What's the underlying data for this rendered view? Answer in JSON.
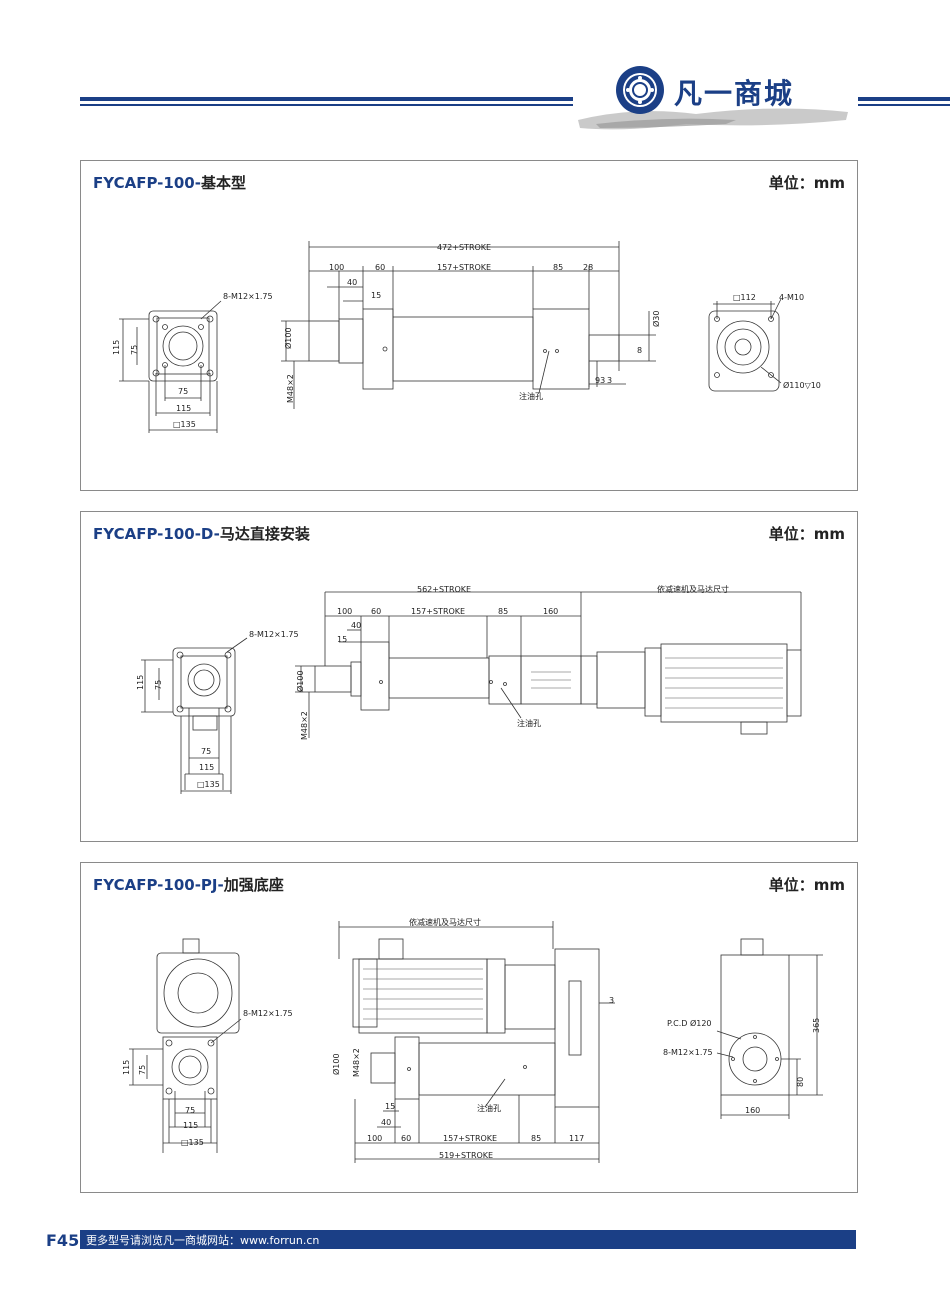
{
  "brand": {
    "logo_text": "凡一商城"
  },
  "page_number": "F45",
  "footer_text": "更多型号请浏览凡一商城网站：www.forrun.cn",
  "panels": [
    {
      "title_model": "FYCAFP-100-",
      "title_cn": "基本型",
      "unit": "单位：mm",
      "labels": {
        "bolt": "8-M12×1.75",
        "h115": "115",
        "h75": "75",
        "w75": "75",
        "w115": "115",
        "sq135": "□135",
        "total": "472+STROKE",
        "d100": "100",
        "d60": "60",
        "d40": "40",
        "d15": "15",
        "stroke": "157+STROKE",
        "d85": "85",
        "d28": "28",
        "dia100": "Ø100",
        "thread": "M48×2",
        "oil": "注油孔",
        "dia30": "Ø30",
        "d8": "8",
        "d93": "93",
        "d3": "3",
        "sq112": "□112",
        "m10": "4-M10",
        "dia110": "Ø110▽10"
      }
    },
    {
      "title_model": "FYCAFP-100-D-",
      "title_cn": "马达直接安装",
      "unit": "单位：mm",
      "labels": {
        "bolt": "8-M12×1.75",
        "h115": "115",
        "h75": "75",
        "w75": "75",
        "w115": "115",
        "sq135": "□135",
        "total": "562+STROKE",
        "motor": "依减速机及马达尺寸",
        "d100": "100",
        "d60": "60",
        "d40": "40",
        "d15": "15",
        "stroke": "157+STROKE",
        "d85": "85",
        "d160": "160",
        "dia100": "Ø100",
        "thread": "M48×2",
        "oil": "注油孔"
      }
    },
    {
      "title_model": "FYCAFP-100-PJ-",
      "title_cn": "加强底座",
      "unit": "单位：mm",
      "labels": {
        "bolt": "8-M12×1.75",
        "h115": "115",
        "h75": "75",
        "w75": "75",
        "w115": "115",
        "sq135": "□135",
        "motor": "依减速机及马达尺寸",
        "d3": "3",
        "dia100": "Ø100",
        "thread": "M48×2",
        "d15": "15",
        "d40": "40",
        "oil": "注油孔",
        "d100": "100",
        "d60": "60",
        "stroke": "157+STROKE",
        "d85": "85",
        "d117": "117",
        "total": "519+STROKE",
        "pcd": "P.C.D Ø120",
        "bolt2": "8-M12×1.75",
        "d365": "365",
        "d80": "80",
        "d160": "160"
      }
    }
  ]
}
